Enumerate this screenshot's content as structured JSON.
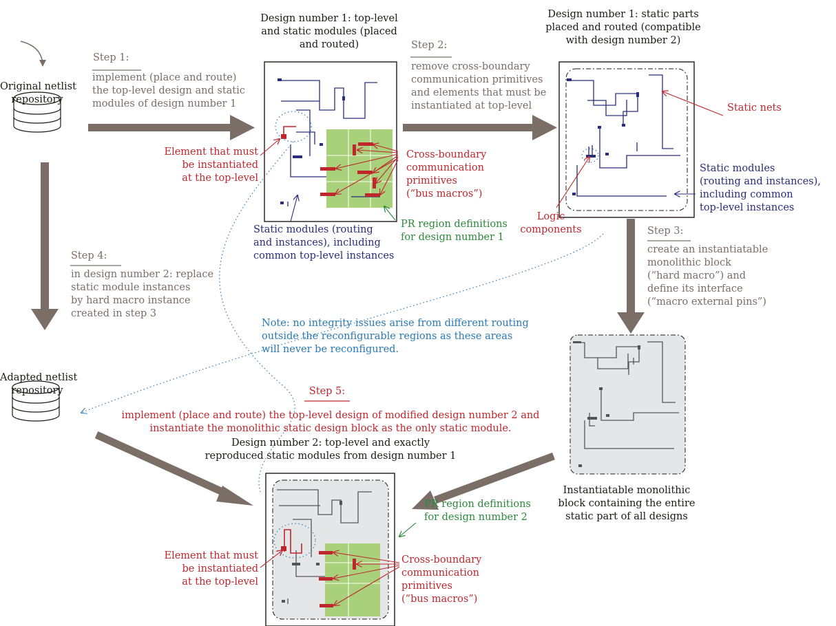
{
  "colors": {
    "arrow": "#7b6e66",
    "net": "#2a2d7c",
    "element": "#c0272d",
    "pr_region": "#a9d07a",
    "monolithic_fill": "#e4e6e8",
    "note": "#2a7ab8",
    "pr_label": "#2a8a3a"
  },
  "repos": {
    "original": "Original netlist\nrepository",
    "adapted": "Adapted netlist\nrepository"
  },
  "step1": {
    "title": "Step 1:",
    "text": "implement (place and route)\nthe top-level design and static\nmodules of design number 1"
  },
  "step2": {
    "title": "Step 2:",
    "text": "remove cross-boundary\ncommunication primitives\nand elements that must be\ninstantiated at top-level"
  },
  "step3": {
    "title": "Step 3:",
    "text": "create an instantiatable\nmonolithic block\n(“hard macro”) and\ndefine its interface\n(“macro external pins”)"
  },
  "step4": {
    "title": "Step 4:",
    "text": "in design number 2: replace\nstatic module instances\nby hard macro instance\ncreated in step 3"
  },
  "step5": {
    "title": "Step 5:",
    "text": "implement (place and route) the top-level design of modified design number 2 and\ninstantiate the monolithic static design block as the only static module."
  },
  "design1": {
    "title": "Design number 1: top-level\nand static modules (placed\nand routed)",
    "element_label": "Element that must\nbe instantiated\nat the top-level",
    "bus_macros_label": "Cross-boundary\ncommunication\nprimitives\n(“bus macros”)",
    "static_label": "Static modules (routing\nand instances), including\ncommon top-level instances",
    "pr_label": "PR region definitions\nfor design number 1"
  },
  "static_design": {
    "title": "Design number 1: static parts\nplaced and routed (compatible\nwith design number 2)",
    "nets_label": "Static nets",
    "modules_label": "Static modules\n(routing and instances),\nincluding common\ntop-level instances",
    "logic_label": "Logic\ncomponents"
  },
  "note": "Note: no integrity issues arise from different routing\noutside the reconfigurable regions as these areas\nwill never be reconfigured.",
  "monolithic": {
    "caption": "Instantiatable monolithic\nblock containing the entire\nstatic part of all designs"
  },
  "design2": {
    "title": "Design number 2: top-level and exactly\nreproduced static modules from design number 1",
    "pr_label": "PR region definitions\nfor design number 2",
    "element_label": "Element that must\nbe instantiated\nat the top-level",
    "bus_macros_label": "Cross-boundary\ncommunication\nprimitives\n(“bus macros”)"
  }
}
